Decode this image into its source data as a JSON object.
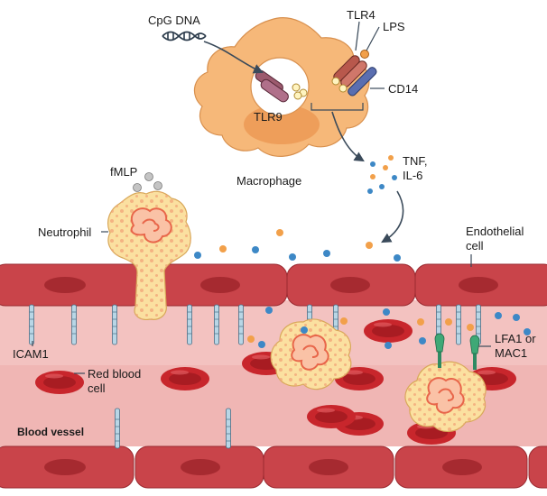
{
  "labels": {
    "cpg_dna": "CpG DNA",
    "tlr4": "TLR4",
    "lps": "LPS",
    "cd14": "CD14",
    "tlr9": "TLR9",
    "macrophage": "Macrophage",
    "tnf_il6_line1": "TNF,",
    "tnf_il6_line2": "IL-6",
    "fmlp": "fMLP",
    "neutrophil": "Neutrophil",
    "endothelial_line1": "Endothelial",
    "endothelial_line2": "cell",
    "icam1": "ICAM1",
    "rbc_line1": "Red blood",
    "rbc_line2": "cell",
    "lfa1_line1": "LFA1 or",
    "lfa1_line2": "MAC1",
    "blood_vessel": "Blood vessel"
  },
  "colors": {
    "endothelium": "#c9444a",
    "nucleus": "#a62a30",
    "vessel_lumen": "#f3c2c0",
    "macrophage": "#f6b879",
    "macrophage_nucleus": "#ee9e5a",
    "neutrophil": "#fbe0a0",
    "rbc": "#c8262c",
    "tlr_receptor": "#9c5a6e",
    "tlr4_receptor": "#b8584c",
    "cd14": "#5a6eb0",
    "icam": "#b8d6e6",
    "integrin": "#2f8a62",
    "cytokine_blue": "#3d88c6",
    "cytokine_orange": "#f2a04a",
    "fmlp_grey": "#c4c4c4"
  }
}
